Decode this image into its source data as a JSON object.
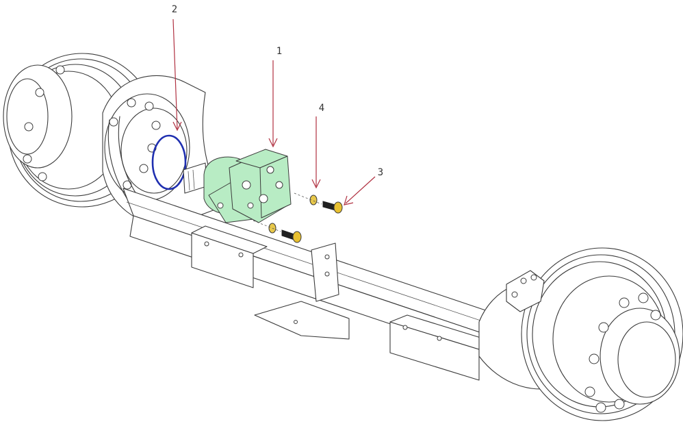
{
  "callouts": [
    {
      "id": "1",
      "label": "1"
    },
    {
      "id": "2",
      "label": "2"
    },
    {
      "id": "3",
      "label": "3"
    },
    {
      "id": "4",
      "label": "4"
    }
  ],
  "colors": {
    "leader": "#b03040",
    "oring": "#1f2fb0",
    "motor": "#b8ecc4",
    "washer": "#e8c84a",
    "bolt_head": "#e8c030",
    "bolt_shank": "#202020",
    "outline": "#3a3a3a"
  }
}
